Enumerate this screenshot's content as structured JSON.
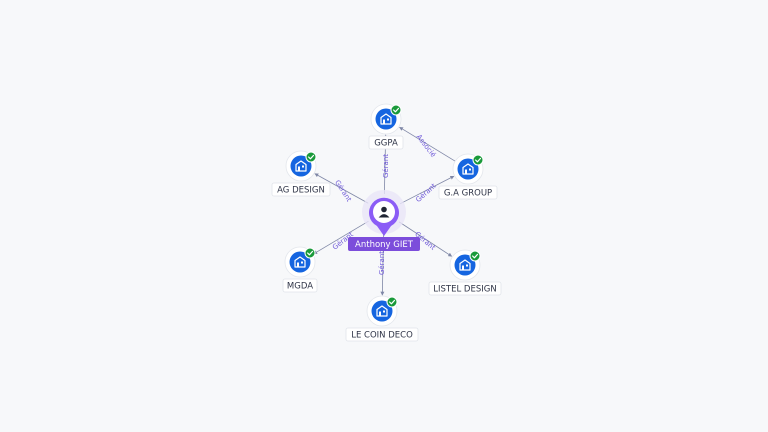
{
  "colors": {
    "company_blue": "#1565e0",
    "check_green": "#1a9a3a",
    "person_purple": "#8b5cf6",
    "person_label_bg": "#7c4ddb",
    "edge": "#7f87a6",
    "edge_label": "#6f59d9"
  },
  "center": {
    "name": "Anthony GIET",
    "icon": "person-icon"
  },
  "companies": [
    {
      "id": "ggpa",
      "name": "GGPA",
      "icon": "company-building-icon",
      "verified": true
    },
    {
      "id": "ga-group",
      "name": "G.A GROUP",
      "icon": "company-building-icon",
      "verified": true
    },
    {
      "id": "ag-design",
      "name": "AG DESIGN",
      "icon": "company-building-icon",
      "verified": true
    },
    {
      "id": "mgda",
      "name": "MGDA",
      "icon": "company-building-icon",
      "verified": true
    },
    {
      "id": "listel-design",
      "name": "LISTEL DESIGN",
      "icon": "company-building-icon",
      "verified": true
    },
    {
      "id": "le-coin-deco",
      "name": "LE COIN DECO",
      "icon": "company-building-icon",
      "verified": true
    }
  ],
  "edges": [
    {
      "from": "center",
      "to": "ggpa",
      "label": "Gérant"
    },
    {
      "from": "center",
      "to": "ag-design",
      "label": "Gérant"
    },
    {
      "from": "center",
      "to": "ga-group",
      "label": "Gérant"
    },
    {
      "from": "center",
      "to": "mgda",
      "label": "Gérant"
    },
    {
      "from": "center",
      "to": "listel-design",
      "label": "Gérant"
    },
    {
      "from": "center",
      "to": "le-coin-deco",
      "label": "Gérant"
    },
    {
      "from": "ga-group",
      "to": "ggpa",
      "label": "Associé"
    }
  ]
}
